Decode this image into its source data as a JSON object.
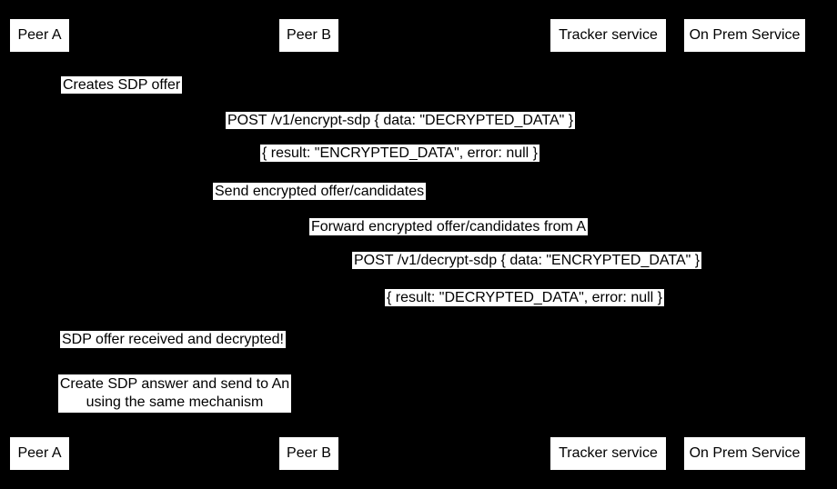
{
  "colors": {
    "background": "#000000",
    "label_background": "#ffffff",
    "label_text": "#000000"
  },
  "actors": [
    "Peer A",
    "Peer B",
    "Tracker service",
    "On Prem Service"
  ],
  "messages": [
    {
      "text": "Creates SDP offer"
    },
    {
      "text": "POST /v1/encrypt-sdp { data: \"DECRYPTED_DATA\" }"
    },
    {
      "text": "{ result: \"ENCRYPTED_DATA\", error: null }"
    },
    {
      "text": "Send encrypted offer/candidates"
    },
    {
      "text": "Forward encrypted offer/candidates from A"
    },
    {
      "text": "POST /v1/decrypt-sdp { data: \"ENCRYPTED_DATA\" }"
    },
    {
      "text": "{ result: \"DECRYPTED_DATA\", error: null }"
    },
    {
      "text": "SDP offer received and decrypted!"
    }
  ],
  "note": {
    "line1": "Create SDP answer and send to An",
    "line2": "using the same mechanism"
  }
}
